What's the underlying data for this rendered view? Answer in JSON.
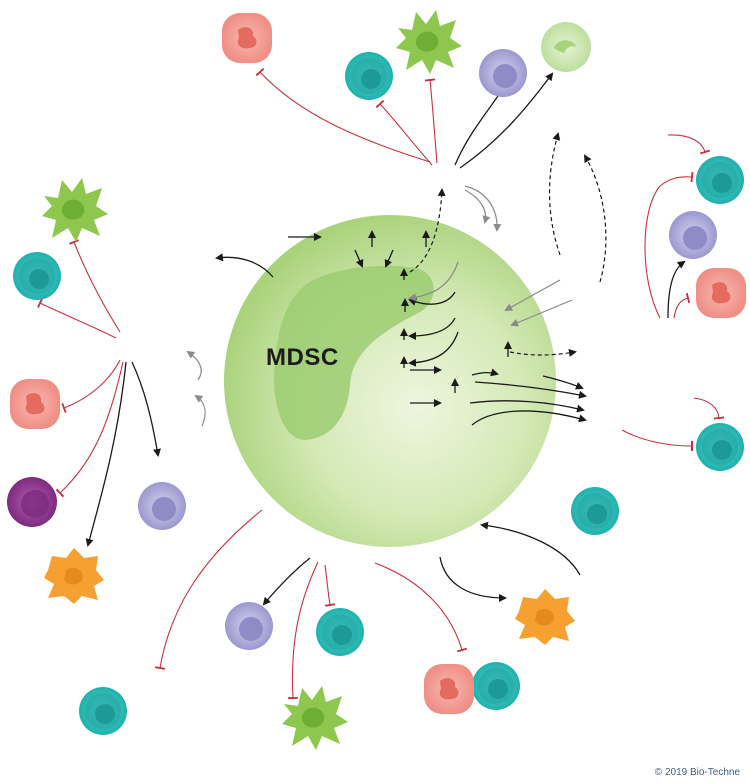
{
  "central_cell": {
    "label": "MDSC",
    "fill": "#b5d989",
    "nucleus_fill": "#8cc269"
  },
  "copyright": "© 2019 Bio-Techne",
  "colors": {
    "stimulate": "#1a1a1a",
    "inhibit": "#c8313f",
    "secondary": "#8a8a8a",
    "teal_cell": "#29b8b4",
    "purple_cell": "#a7a4d6",
    "pink_cell": "#f29b92",
    "green_cell": "#8dc74d",
    "orange_cell": "#f7a43a",
    "magenta_cell": "#9a3a99",
    "lightgreen_cell": "#c7e4a8"
  },
  "cell_types": [
    "teal-cell",
    "purple-cell",
    "pink-cell",
    "green-dendritic-cell",
    "orange-macrophage-cell",
    "magenta-cell",
    "light-green-cell"
  ]
}
